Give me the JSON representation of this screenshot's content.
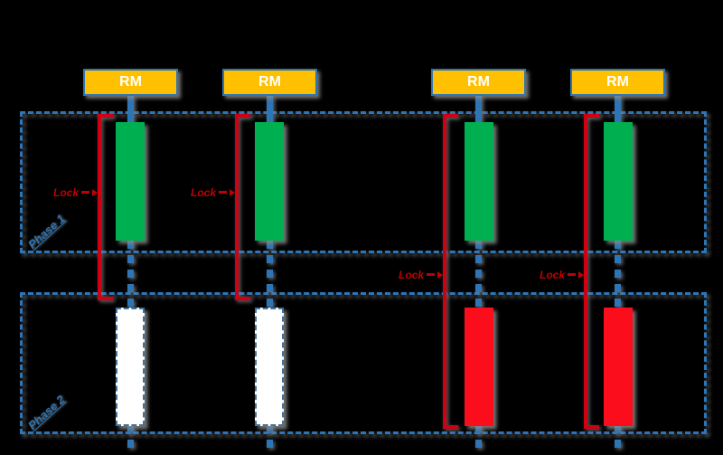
{
  "diagram": {
    "description": "Two-phase candlestick/lock diagram: four RM (resource manager) columns; green bars in phase 1, white or red bars in phase 2; red brackets show lock hold duration",
    "phases": [
      {
        "label": "Phase 1"
      },
      {
        "label": "Phase 2"
      }
    ],
    "rm_boxes": [
      {
        "label": "RM"
      },
      {
        "label": "RM"
      },
      {
        "label": "RM"
      },
      {
        "label": "RM"
      }
    ],
    "locks": [
      {
        "label": "Lock",
        "bracket_span": "phase1"
      },
      {
        "label": "Lock",
        "bracket_span": "phase1"
      },
      {
        "label": "Lock",
        "bracket_span": "phase1_and_phase2"
      },
      {
        "label": "Lock",
        "bracket_span": "phase1_and_phase2"
      }
    ],
    "columns": [
      {
        "rm": "RM",
        "phase1_bar": "green",
        "phase2_bar": "white"
      },
      {
        "rm": "RM",
        "phase1_bar": "green",
        "phase2_bar": "white"
      },
      {
        "rm": "RM",
        "phase1_bar": "green",
        "phase2_bar": "red"
      },
      {
        "rm": "RM",
        "phase1_bar": "green",
        "phase2_bar": "red"
      }
    ],
    "colors": {
      "background": "#000000",
      "rm_fill": "#FFC000",
      "rm_border": "#2E75B6",
      "rm_text": "#FFFFFF",
      "candle_green": "#00B050",
      "candle_red": "#FB0D1B",
      "candle_white": "#FFFFFF",
      "wick_blue": "#2E75B6",
      "phase_border_blue": "#2E75B6",
      "bracket_red": "#D00014",
      "lock_text_red": "#C00000",
      "phase_label_blue": "#2E75B6"
    }
  }
}
